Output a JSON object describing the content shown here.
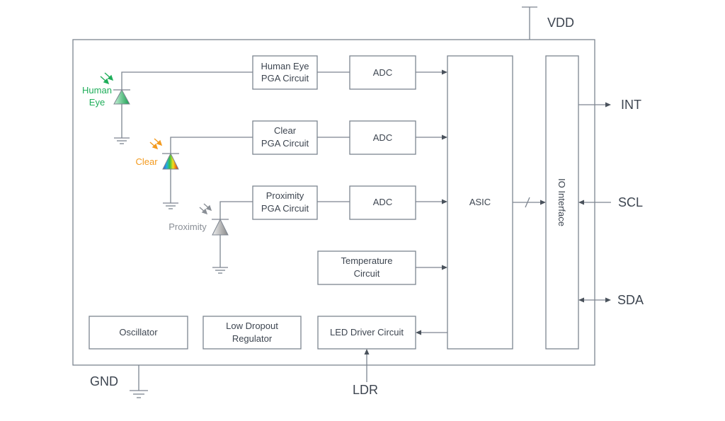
{
  "diagram": {
    "type": "block-diagram",
    "pins": {
      "vdd": "VDD",
      "gnd": "GND",
      "int": "INT",
      "scl": "SCL",
      "sda": "SDA",
      "ldr": "LDR"
    },
    "sensors": [
      {
        "label_line1": "Human",
        "label_line2": "Eye",
        "color": "#1fae5a"
      },
      {
        "label": "Clear",
        "color": "#f39a1e"
      },
      {
        "label": "Proximity",
        "color": "#8a8f96"
      }
    ],
    "blocks": {
      "pga_human": {
        "line1": "Human Eye",
        "line2": "PGA Circuit"
      },
      "pga_clear": {
        "line1": "Clear",
        "line2": "PGA Circuit"
      },
      "pga_prox": {
        "line1": "Proximity",
        "line2": "PGA Circuit"
      },
      "adc": "ADC",
      "temperature": {
        "line1": "Temperature",
        "line2": "Circuit"
      },
      "asic": "ASIC",
      "io_interface": "IO Interface",
      "oscillator": "Oscillator",
      "ldo": {
        "line1": "Low Dropout",
        "line2": "Regulator"
      },
      "led_driver": "LED Driver Circuit"
    },
    "colors": {
      "line": "#7d8590",
      "text": "#3d4550"
    }
  }
}
